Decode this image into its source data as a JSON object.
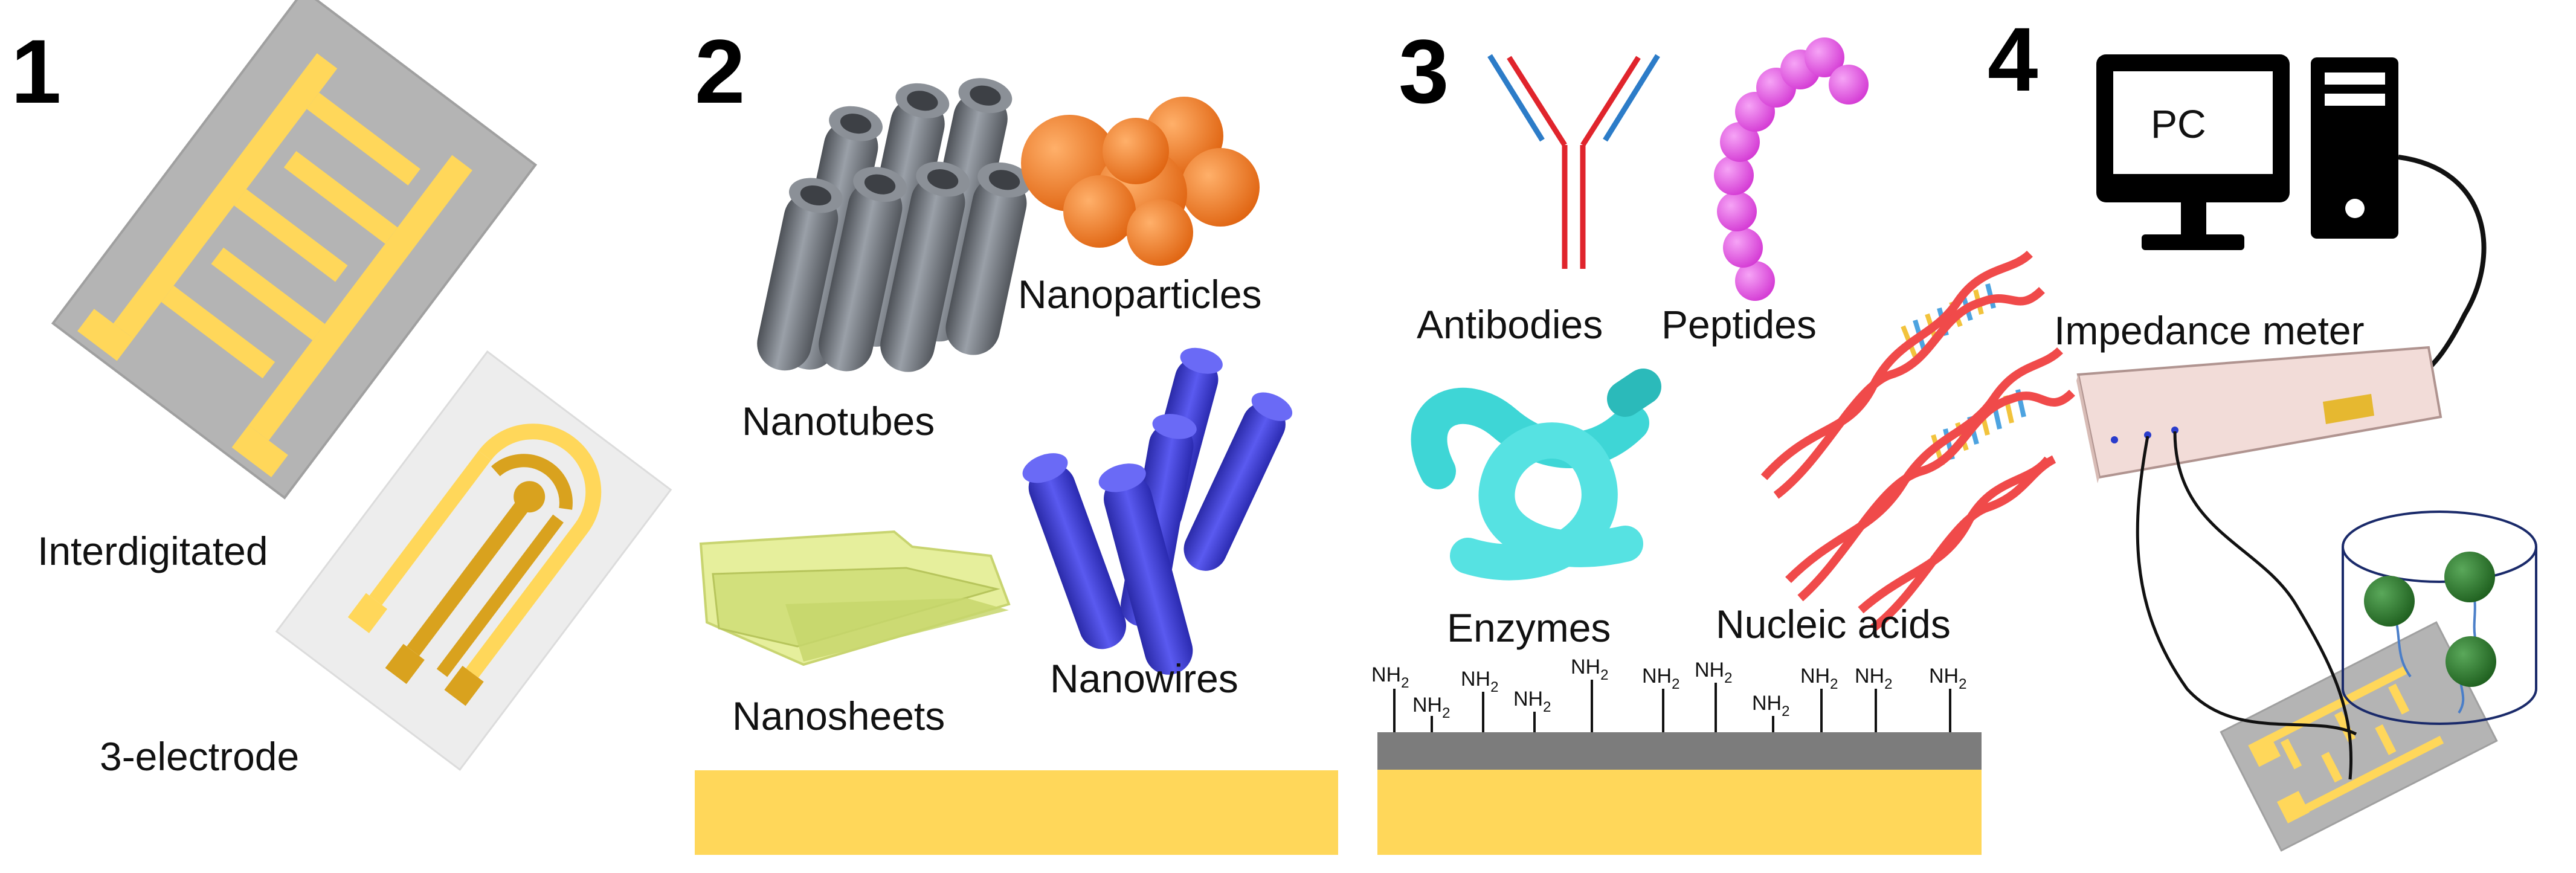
{
  "panels": [
    {
      "number": "1",
      "labels": [
        "Interdigitated",
        "3-electrode"
      ]
    },
    {
      "number": "2",
      "labels": [
        "Nanotubes",
        "Nanoparticles",
        "Nanosheets",
        "Nanowires"
      ]
    },
    {
      "number": "3",
      "labels": [
        "Antibodies",
        "Peptides",
        "Enzymes",
        "Nucleic acids"
      ]
    },
    {
      "number": "4",
      "labels": [
        "PC",
        "Impedance meter"
      ]
    }
  ],
  "surface": {
    "group_label": "NH",
    "group_sub": "2"
  },
  "colors": {
    "gold": "#FFD75A",
    "gold_dark": "#D9A21E",
    "grey_substrate": "#B4B4B4",
    "light_substrate": "#EDEDED",
    "tube": "#6E7278",
    "particle": "#F27A1F",
    "sheet": "#D8E58A",
    "wire": "#3C3CD6",
    "antibody_red": "#E0242C",
    "antibody_blue": "#2C7CC8",
    "peptide": "#E052E0",
    "enzyme": "#3ED6D6",
    "dna_red": "#F04A4A",
    "dna_yellow": "#F2C33C",
    "dna_blue": "#4DA3E0",
    "meter": "#F2DCD8",
    "cell_bead": "#2E7D2E"
  }
}
